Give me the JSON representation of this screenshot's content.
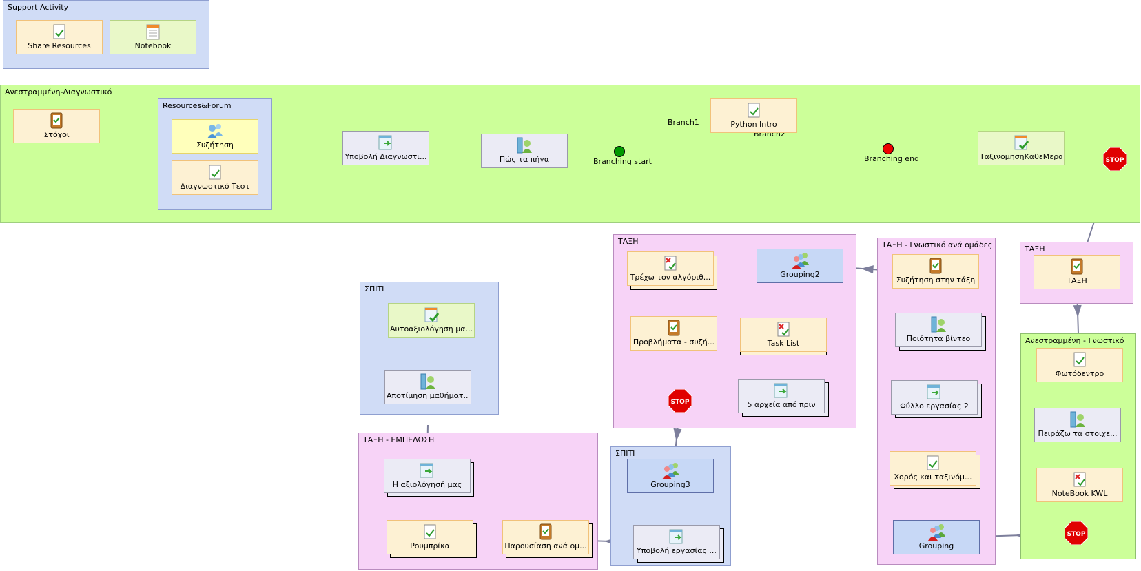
{
  "support": {
    "title": "Support Activity",
    "share_resources": "Share Resources",
    "notebook": "Notebook"
  },
  "main_sequence": {
    "title": "Ανεστραμμένη-Διαγνωστικό",
    "goals": "Στόχοι",
    "resources_forum": {
      "title": "Resources&Forum",
      "discussion": "Συζήτηση",
      "diagnostic_test": "Διαγνωστικό Τεστ"
    },
    "submit_diagnostic": "Υποβολή Διαγνωστι...",
    "how_it_went": "Πώς τα πήγα",
    "branching_start": "Branching start",
    "branch1": "Branch1",
    "branch2": "Branch2",
    "python_intro": "Python Intro",
    "branching_end": "Branching end",
    "daily_sort": "ΤαξινομησηΚαθεΜερα",
    "stop": "STOP"
  },
  "class_top": {
    "title": "ΤΑΞΗ",
    "item": "ΤΑΞΗ"
  },
  "inverted_cognitive": {
    "title": "Ανεστραμμένη - Γνωστικό",
    "photo_tree": "Φωτόδεντρο",
    "experiment": "Πειράζω τα στοιχε...",
    "notebook_kwl": "NoteBook KWL",
    "stop": "STOP"
  },
  "class_groups": {
    "title": "ΤΑΞΗ - Γνωστικό ανά ομάδες",
    "class_discussion": "Συζήτηση στην τάξη",
    "video_quality": "Ποιότητα βίντεο",
    "worksheet2": "Φύλλο εργασίας 2",
    "dance_sort": "Χορός και ταξινόμ...",
    "grouping": "Grouping"
  },
  "class_mid": {
    "title": "ΤΑΞΗ",
    "grouping2": "Grouping2",
    "run_algorithm": "Τρέχω τον αλγόριθ...",
    "problems": "Προβλήματα - συζή...",
    "task_list": "Task List",
    "five_files": "5 αρχεία από πριν",
    "stop": "STOP"
  },
  "home_group": {
    "title": "ΣΠΙΤΙ",
    "grouping3": "Grouping3",
    "submit_work": "Υποβολή εργασίας ..."
  },
  "class_consolidation": {
    "title": "ΤΑΞΗ - ΕΜΠΕΔΩΣΗ",
    "our_evaluation": "Η αξιολόγησή μας",
    "rubric": "Ρουμπρίκα",
    "group_presentation": "Παρουσίαση ανά ομ..."
  },
  "home_eval": {
    "title": "ΣΠΙΤΙ",
    "self_eval": "Αυτοαξιολόγηση μα...",
    "lesson_eval": "Αποτίμηση μαθήματ..."
  },
  "colors": {
    "arrow": "#7d7f9c",
    "start_gate": "#009900",
    "end_gate": "#ee0000",
    "stop": "#e00000"
  }
}
